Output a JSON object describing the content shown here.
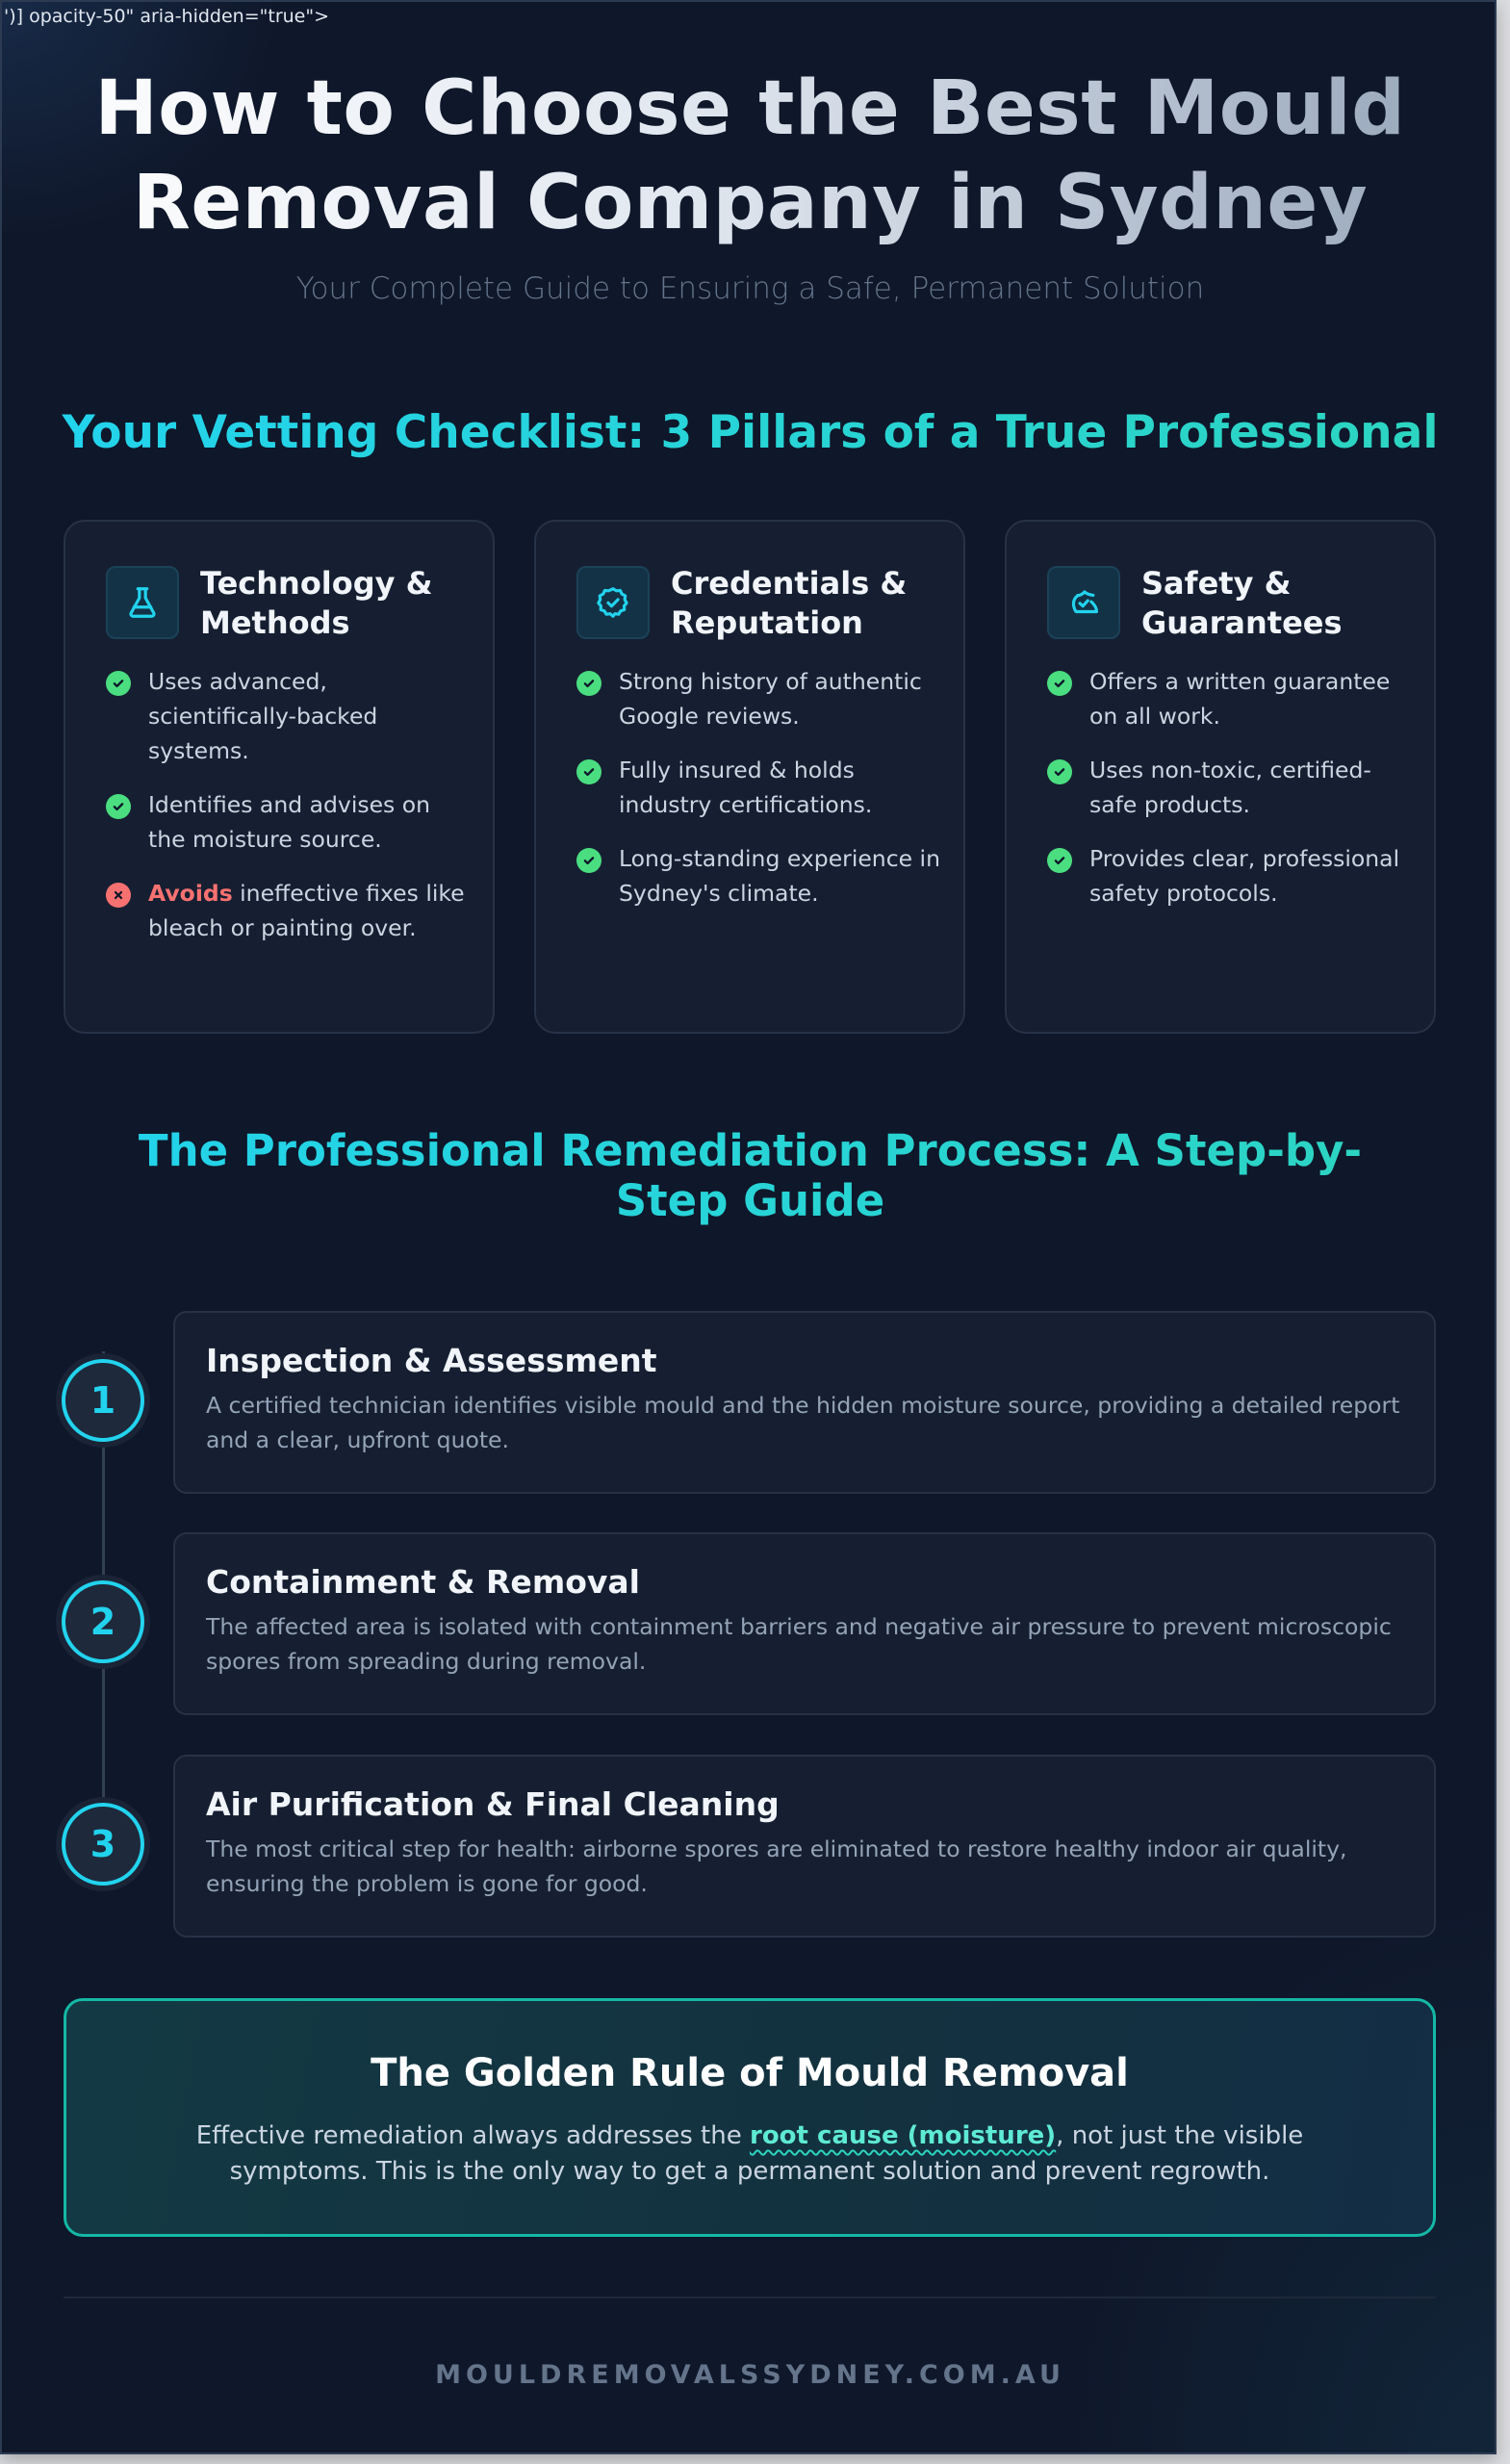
{
  "stray_text": "')] opacity-50\" aria-hidden=\"true\">",
  "header": {
    "title_line1": "How to Choose the Best Mould",
    "title_line2": "Removal Company in Sydney",
    "subtitle": "Your Complete Guide to Ensuring a Safe, Permanent Solution"
  },
  "checklist": {
    "heading": "Your Vetting Checklist: 3 Pillars of a True Professional",
    "cards": [
      {
        "icon": "flask-icon",
        "title": "Technology & Methods",
        "items": [
          {
            "status": "ok",
            "text": "Uses advanced, scientifically-backed systems."
          },
          {
            "status": "ok",
            "text": "Identifies and advises on the moisture source."
          },
          {
            "status": "bad",
            "emphasis": "Avoids",
            "text": " ineffective fixes like bleach or painting over."
          }
        ]
      },
      {
        "icon": "badge-check-icon",
        "title": "Credentials & Reputation",
        "items": [
          {
            "status": "ok",
            "text": "Strong history of authentic Google reviews."
          },
          {
            "status": "ok",
            "text": "Fully insured & holds industry certifications."
          },
          {
            "status": "ok",
            "text": "Long-standing experience in Sydney's climate."
          }
        ]
      },
      {
        "icon": "shield-check-icon",
        "title": "Safety & Guarantees",
        "items": [
          {
            "status": "ok",
            "text": "Offers a written guarantee on all work."
          },
          {
            "status": "ok",
            "text": "Uses non-toxic, certified-safe products."
          },
          {
            "status": "ok",
            "text": "Provides clear, professional safety protocols."
          }
        ]
      }
    ]
  },
  "process": {
    "heading": "The Professional Remediation Process: A Step-by-Step Guide",
    "steps": [
      {
        "number": "1",
        "title": "Inspection & Assessment",
        "description": "A certified technician identifies visible mould and the hidden moisture source, providing a detailed report and a clear, upfront quote."
      },
      {
        "number": "2",
        "title": "Containment & Removal",
        "description": "The affected area is isolated with containment barriers and negative air pressure to prevent microscopic spores from spreading during removal."
      },
      {
        "number": "3",
        "title": "Air Purification & Final Cleaning",
        "description": "The most critical step for health: airborne spores are eliminated to restore healthy indoor air quality, ensuring the problem is gone for good."
      }
    ]
  },
  "golden_rule": {
    "title": "The Golden Rule of Mould Removal",
    "text_before": "Effective remediation always addresses the ",
    "highlight": "root cause (moisture)",
    "text_after": ", not just the visible symptoms. This is the only way to get a permanent solution and prevent regrowth."
  },
  "footer": {
    "domain": "MOULDREMOVALSSYDNEY.COM.AU"
  },
  "colors": {
    "background": "#0f172a",
    "card": "#161f31",
    "accent_cyan": "#22d3ee",
    "accent_teal": "#2dd4bf",
    "ok_green": "#4ade80",
    "warn_red": "#f87171",
    "muted": "#64748b"
  }
}
